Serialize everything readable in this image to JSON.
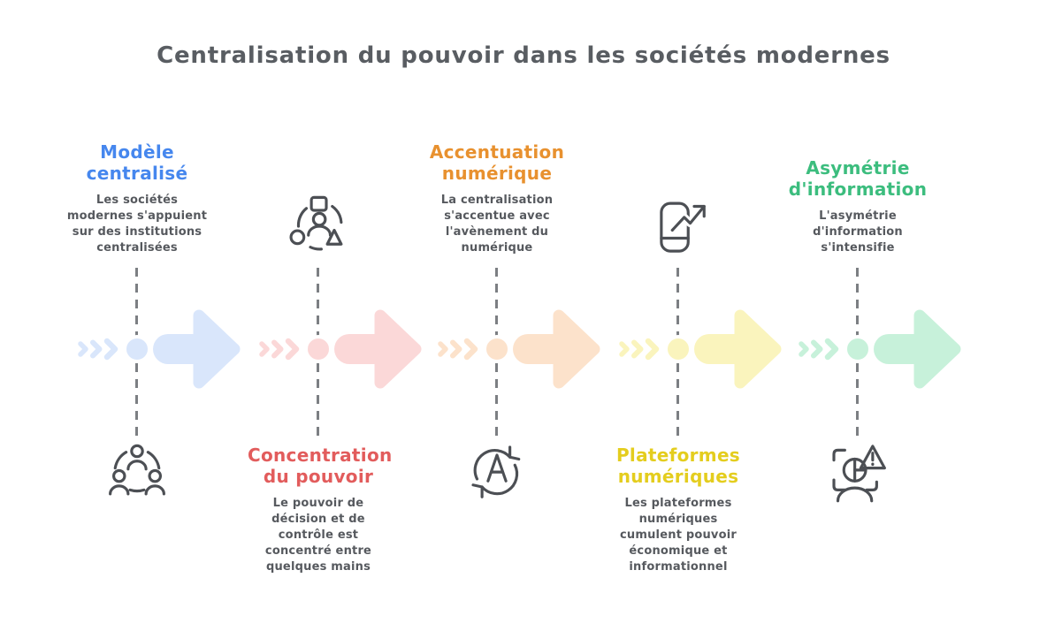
{
  "title": "Centralisation du pouvoir dans les sociétés modernes",
  "colors": {
    "background": "#ffffff",
    "heading": "#595d62",
    "body_text": "#56595e",
    "icon": "#4c4f54",
    "dashed_line": "#7c7f83"
  },
  "stages": [
    {
      "step": 1,
      "title": "Modèle centralisé",
      "description": "Les sociétés modernes s'appuient sur des institutions centralisées",
      "accent_color": "#4687ee",
      "pastel_color": "#d9e6fb",
      "text_position": "top",
      "icon": "people-network-icon"
    },
    {
      "step": 2,
      "title": "Concentration du pouvoir",
      "description": "Le pouvoir de décision et de contrôle est concentré entre quelques mains",
      "accent_color": "#e25c5c",
      "pastel_color": "#fbd8d8",
      "text_position": "bottom",
      "icon": "person-resources-icon"
    },
    {
      "step": 3,
      "title": "Accentuation numérique",
      "description": "La centralisation s'accentue avec l'avènement du numérique",
      "accent_color": "#e8912f",
      "pastel_color": "#fce2cb",
      "text_position": "top",
      "icon": "auto-sync-icon"
    },
    {
      "step": 4,
      "title": "Plateformes numériques",
      "description": "Les plateformes numériques cumulent pouvoir économique et informationnel",
      "accent_color": "#e4cd1e",
      "pastel_color": "#faf4bd",
      "text_position": "bottom",
      "icon": "mobile-growth-icon"
    },
    {
      "step": 5,
      "title": "Asymétrie d'information",
      "description": "L'asymétrie d'information s'intensifie",
      "accent_color": "#3cbd7e",
      "pastel_color": "#c7f1da",
      "text_position": "top",
      "icon": "face-scan-warning-icon"
    }
  ]
}
